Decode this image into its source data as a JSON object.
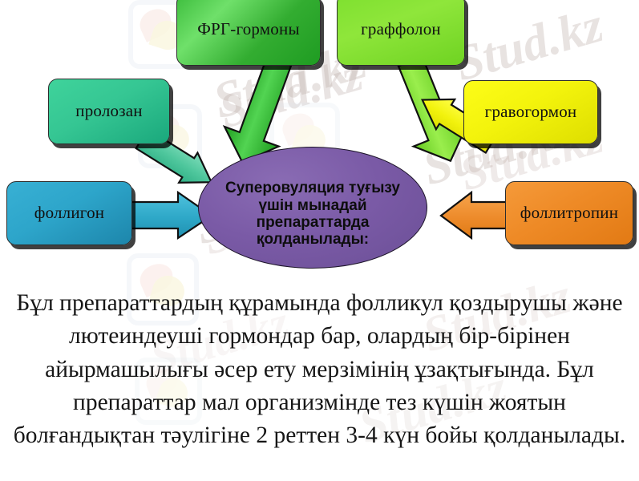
{
  "slide": {
    "title_ellipse": "Суперовуляция туғызу үшін мынадай препараттарда қолданылады:",
    "background_color": "#ffffff"
  },
  "nodes": [
    {
      "id": "frg",
      "label": "ФРГ-гормоны",
      "color": "#33ad31"
    },
    {
      "id": "graffolon",
      "label": "граффолон",
      "color": "#7ee02f"
    },
    {
      "id": "prolozan",
      "label": "пролозан",
      "color": "#35c693"
    },
    {
      "id": "gravogormon",
      "label": "гравогормон",
      "color": "#f3f30c"
    },
    {
      "id": "folligon",
      "label": "фоллигон",
      "color": "#2da5ca"
    },
    {
      "id": "follitropin",
      "label": "фоллитропин",
      "color": "#ee8a26"
    }
  ],
  "arrows": [
    {
      "id": "green-left",
      "from": "frg",
      "to": "center",
      "color": "#2fb62f",
      "direction": "down-right"
    },
    {
      "id": "green-right",
      "from": "graffolon",
      "to": "center",
      "color": "#7ddc2f",
      "direction": "down-left"
    },
    {
      "id": "teal",
      "from": "prolozan",
      "to": "center",
      "color": "#52c9a2",
      "direction": "down-right"
    },
    {
      "id": "yellow",
      "from": "gravogormon",
      "to": "center",
      "color": "#f2f20d",
      "direction": "down-left"
    },
    {
      "id": "blue",
      "from": "folligon",
      "to": "center",
      "color": "#2ea8c8",
      "direction": "right"
    },
    {
      "id": "orange",
      "from": "follitropin",
      "to": "center",
      "color": "#ed8b2b",
      "direction": "left"
    }
  ],
  "caption": {
    "text": "Бұл препараттардың құрамында фолликул қоздырушы және лютеиндеуші гормондар бар, олардың бір-бірінен айырмашылығы әсер ету мерзімінің ұзақтығында. Бұл препараттар мал организмінде тез күшін жоятын болғандықтан тәулігіне 2 реттен 3-4 күн бойы қолданылады."
  },
  "watermarks": {
    "brand": "Stud.kz",
    "brand_long": "Stud.kz - Stud.kz",
    "items": [
      {
        "text": "Stud.kz"
      },
      {
        "text": "Stud.kz"
      },
      {
        "text": "Stud.kz"
      },
      {
        "text": "Stud.kz"
      },
      {
        "text": "Stud.kz"
      },
      {
        "text": "Stud.kz"
      },
      {
        "text": "Stud.kz"
      },
      {
        "text": "Stud.kz"
      }
    ]
  }
}
